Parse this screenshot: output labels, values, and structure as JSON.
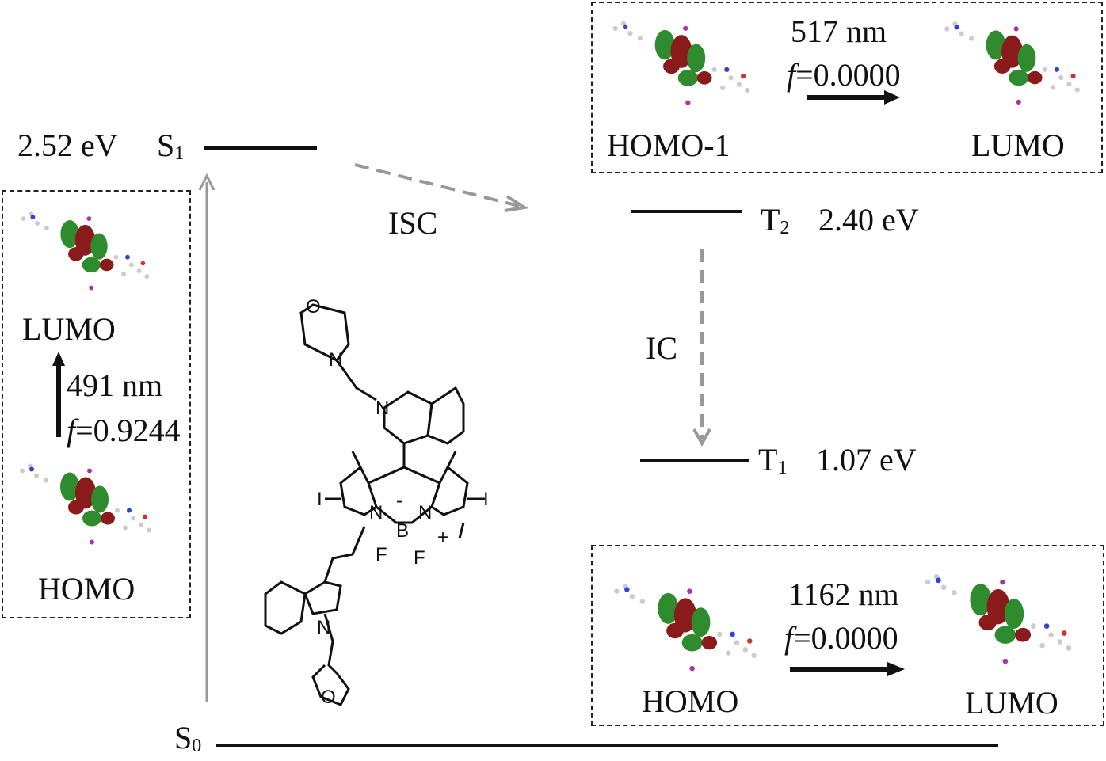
{
  "levels": {
    "s1": {
      "label": "S",
      "sub": "1",
      "energy": "2.52 eV"
    },
    "t2": {
      "label": "T",
      "sub": "2",
      "energy": "2.40 eV"
    },
    "t1": {
      "label": "T",
      "sub": "1",
      "energy": "1.07 eV"
    },
    "s0": {
      "label": "S",
      "sub": "0"
    }
  },
  "processes": {
    "isc": "ISC",
    "ic": "IC"
  },
  "left_box": {
    "upper": "LUMO",
    "lower": "HOMO",
    "wavelength": "491 nm",
    "f_symbol": "f",
    "f_value": "=0.9244"
  },
  "top_right_box": {
    "from": "HOMO-1",
    "to": "LUMO",
    "wavelength": "517 nm",
    "f_symbol": "f",
    "f_value": "=0.0000"
  },
  "bottom_right_box": {
    "from": "HOMO",
    "to": "LUMO",
    "wavelength": "1162 nm",
    "f_symbol": "f",
    "f_value": "=0.0000"
  },
  "structure": {
    "atoms": [
      "O",
      "N",
      "N",
      "I",
      "N",
      "B",
      "F",
      "F",
      "N",
      "I",
      "N",
      "O"
    ],
    "minus": "-",
    "plus": "+"
  },
  "colors": {
    "lobe_red": "#8b1a1a",
    "lobe_green": "#2e8b2e",
    "arrow_grey": "#999999"
  }
}
